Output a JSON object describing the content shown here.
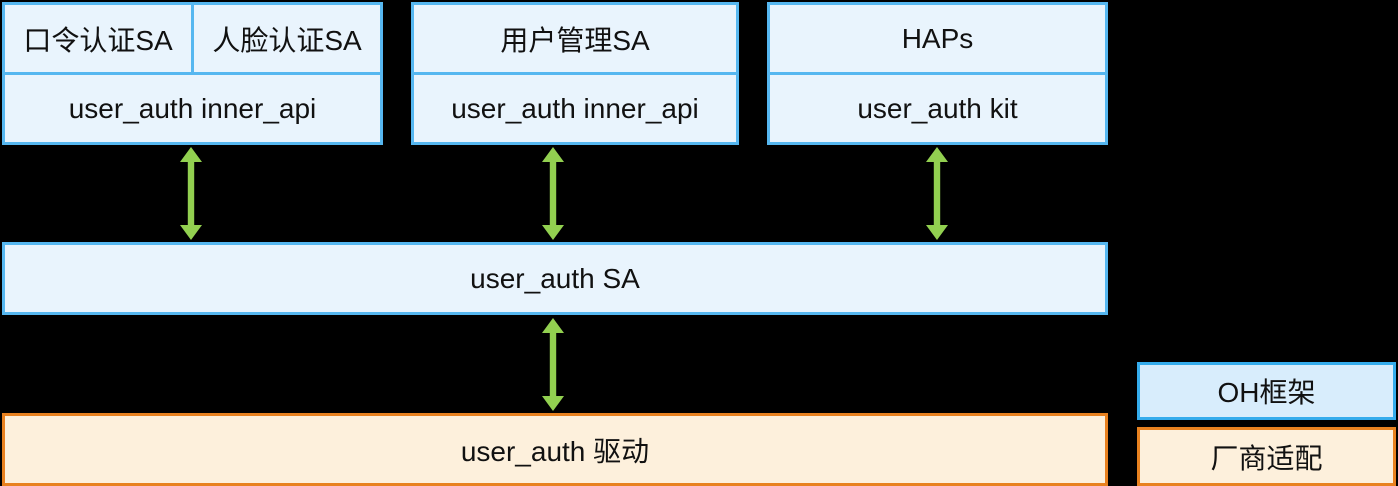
{
  "diagram": {
    "title": "user_auth framework architecture",
    "background_color": "#000000",
    "nodes": {
      "pin_auth_sa": "口令认证SA",
      "face_auth_sa": "人脸认证SA",
      "inner_api_left": "user_auth inner_api",
      "user_mgmt_sa": "用户管理SA",
      "inner_api_middle": "user_auth inner_api",
      "haps": "HAPs",
      "kit": "user_auth kit",
      "sa_bar": "user_auth SA",
      "driver_bar": "user_auth 驱动"
    },
    "legend": {
      "oh_framework": "OH框架",
      "vendor_adaptation": "厂商适配"
    },
    "connections": [
      {
        "from": "user_auth inner_api (left)",
        "to": "user_auth SA",
        "bidirectional": true
      },
      {
        "from": "user_auth inner_api (middle)",
        "to": "user_auth SA",
        "bidirectional": true
      },
      {
        "from": "user_auth kit",
        "to": "user_auth SA",
        "bidirectional": true
      },
      {
        "from": "user_auth SA",
        "to": "user_auth 驱动",
        "bidirectional": true
      }
    ],
    "colors": {
      "blue_box_border": "#56B7F0",
      "blue_box_fill": "#E9F4FD",
      "legend_blue_border": "#35ACEC",
      "legend_blue_fill": "#D8EDFC",
      "orange_box_border": "#E8811F",
      "orange_box_fill": "#FDF0DC",
      "arrow_green": "#92D050",
      "text": "#111111",
      "background": "#000000"
    }
  }
}
